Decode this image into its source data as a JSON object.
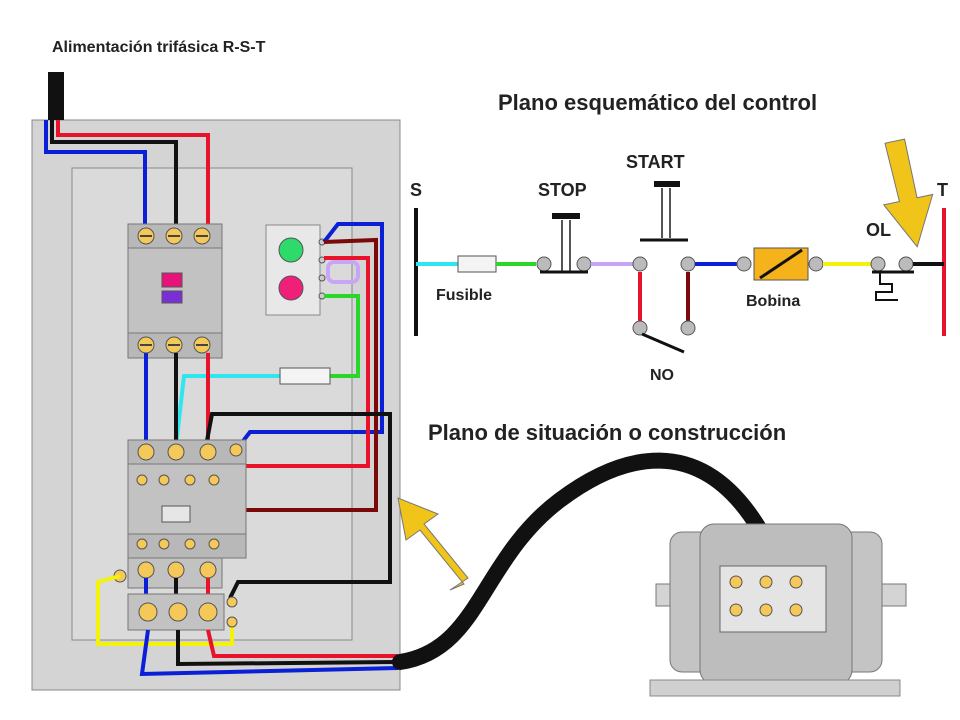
{
  "titles": {
    "supply": "Alimentación trifásica R-S-T",
    "schematic": "Plano esquemático del control",
    "situation": "Plano de situación o construcción"
  },
  "schematic": {
    "s_label": "S",
    "t_label": "T",
    "fuse_label": "Fusible",
    "stop_label": "STOP",
    "start_label": "START",
    "no_label": "NO",
    "coil_label": "Bobina",
    "ol_label": "OL"
  },
  "colors": {
    "wire_red": "#e8132a",
    "wire_blue": "#0a1fd6",
    "wire_black": "#111111",
    "wire_green": "#2bd62b",
    "wire_cyan": "#2ee6f0",
    "wire_yellow": "#f2f20a",
    "wire_lilac": "#c9a6f5",
    "wire_darkred": "#7a0a0a",
    "panel": "#d4d4d4",
    "arrow": "#f0c419",
    "lamp_green": "#2edb6a",
    "lamp_red": "#f0207a",
    "coil": "#f5b21a"
  },
  "icons": [
    "breaker-icon",
    "contactor-icon",
    "overload-relay-icon",
    "pilot-lamp-icon",
    "motor-icon",
    "arrow-icon"
  ]
}
